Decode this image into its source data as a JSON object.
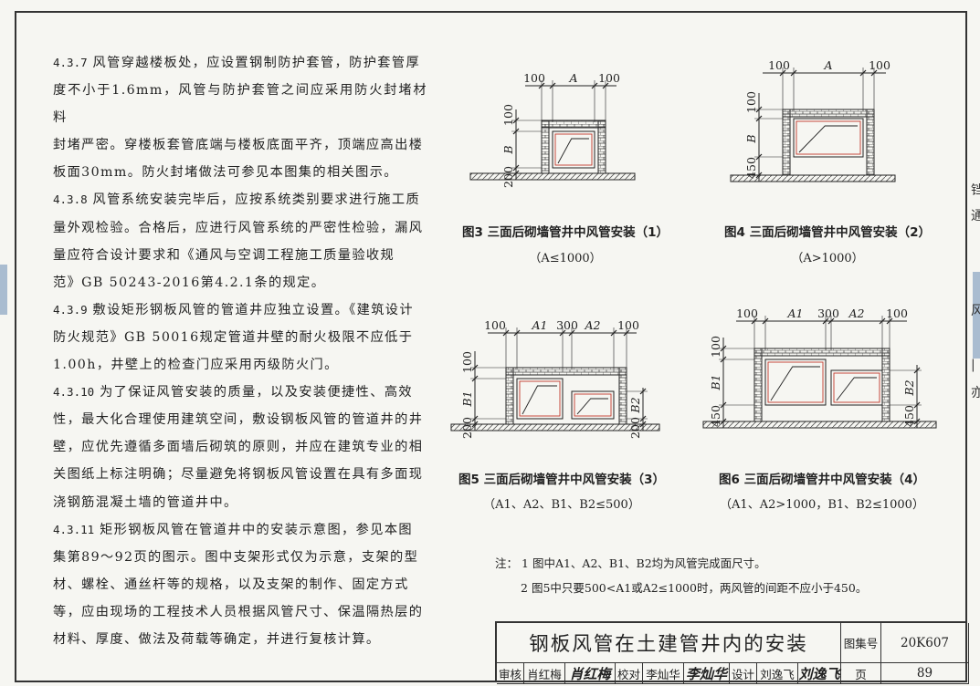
{
  "paragraphs": [
    [
      "4.3.7",
      " 风管穿越楼板处，应设置钢制防护套管，防护套管厚",
      "度不小于1.6mm，风管与防护套管之间应采用防火封堵材料",
      "封堵严密。穿楼板套管底端与楼板底面平齐，顶端应高出楼",
      "板面30mm。防火封堵做法可参见本图集的相关图示。"
    ],
    [
      "4.3.8",
      " 风管系统安装完毕后，应按系统类别要求进行施工质",
      "量外观检验。合格后，应进行风管系统的严密性检验，漏风",
      "量应符合设计要求和《通风与空调工程施工质量验收规",
      "范》GB 50243-2016第4.2.1条的规定。"
    ],
    [
      "4.3.9",
      " 敷设矩形钢板风管的管道井应独立设置。《建筑设计",
      "防火规范》GB 50016规定管道井壁的耐火极限不应低于",
      "1.00h，井壁上的检查门应采用丙级防火门。"
    ],
    [
      "4.3.10",
      " 为了保证风管安装的质量，以及安装便捷性、高效",
      "性，最大化合理使用建筑空间，敷设钢板风管的管道井的井",
      "壁，应优先遵循多面墙后砌筑的原则，并应在建筑专业的相",
      "关图纸上标注明确；尽量避免将钢板风管设置在具有多面现",
      "浇钢筋混凝土墙的管道井中。"
    ],
    [
      "4.3.11",
      " 矩形钢板风管在管道井中的安装示意图，参见本图",
      "集第89～92页的图示。图中支架形式仅为示意，支架的型",
      "材、螺栓、通丝杆等的规格，以及支架的制作、固定方式",
      "等，应由现场的工程技术人员根据风管尺寸、保温隔热层的",
      "材料、厚度、做法及荷载等确定，并进行复核计算。"
    ]
  ],
  "figures": [
    {
      "caption": "图3 三面后砌墙管井中风管安装（1）",
      "condition": "（A≤1000）",
      "dims": {
        "left": "100",
        "mid": "A",
        "right": "100",
        "v_top": "100",
        "v_mid": "B",
        "v_bot": "200"
      }
    },
    {
      "caption": "图4 三面后砌墙管井中风管安装（2）",
      "condition": "（A>1000）",
      "dims": {
        "left": "100",
        "mid": "A",
        "right": "100",
        "v_top": "100",
        "v_mid": "B",
        "v_bot": "450"
      }
    },
    {
      "caption": "图5 三面后砌墙管井中风管安装（3）",
      "condition": "（A1、A2、B1、B2≤500）",
      "dims": {
        "left": "100",
        "a1": "A1",
        "gap": "300",
        "a2": "A2",
        "right": "100",
        "v_top": "100",
        "v_b1": "B1",
        "v_b2": "B2",
        "v_bot_l": "200",
        "v_bot_r": "200"
      }
    },
    {
      "caption": "图6 三面后砌墙管井中风管安装（4）",
      "condition": "（A1、A2>1000，B1、B2≤1000）",
      "dims": {
        "left": "100",
        "a1": "A1",
        "gap": "300",
        "a2": "A2",
        "right": "100",
        "v_top": "100",
        "v_b1": "B1",
        "v_b2": "B2",
        "v_bot_l": "450",
        "v_bot_r": "450"
      }
    }
  ],
  "notes": {
    "label": "注：",
    "items": [
      {
        "n": "1",
        "text": "图中A1、A2、B1、B2均为风管完成面尺寸。"
      },
      {
        "n": "2",
        "text": "图5中只要500<A1或A2≤1000时，两风管的间距不应小于450。"
      }
    ]
  },
  "title_block": {
    "title": "钢板风管在土建管井内的安装",
    "atlas_label": "图集号",
    "atlas_no": "20K607",
    "page_label": "页",
    "page_no": "89",
    "review_label": "审核",
    "review_name": "肖红梅",
    "review_sig": "肖红梅",
    "check_label": "校对",
    "check_name": "李灿华",
    "check_sig": "李灿华",
    "design_label": "设计",
    "design_name": "刘逸飞",
    "design_sig": "刘逸飞"
  },
  "edge_glyphs": [
    "铛",
    "通",
    "风",
    "|",
    "亦"
  ],
  "colors": {
    "ink": "#222222",
    "duct": "#c0392b",
    "tab": "#a9bcd0",
    "paper": "#f6f6f2"
  }
}
